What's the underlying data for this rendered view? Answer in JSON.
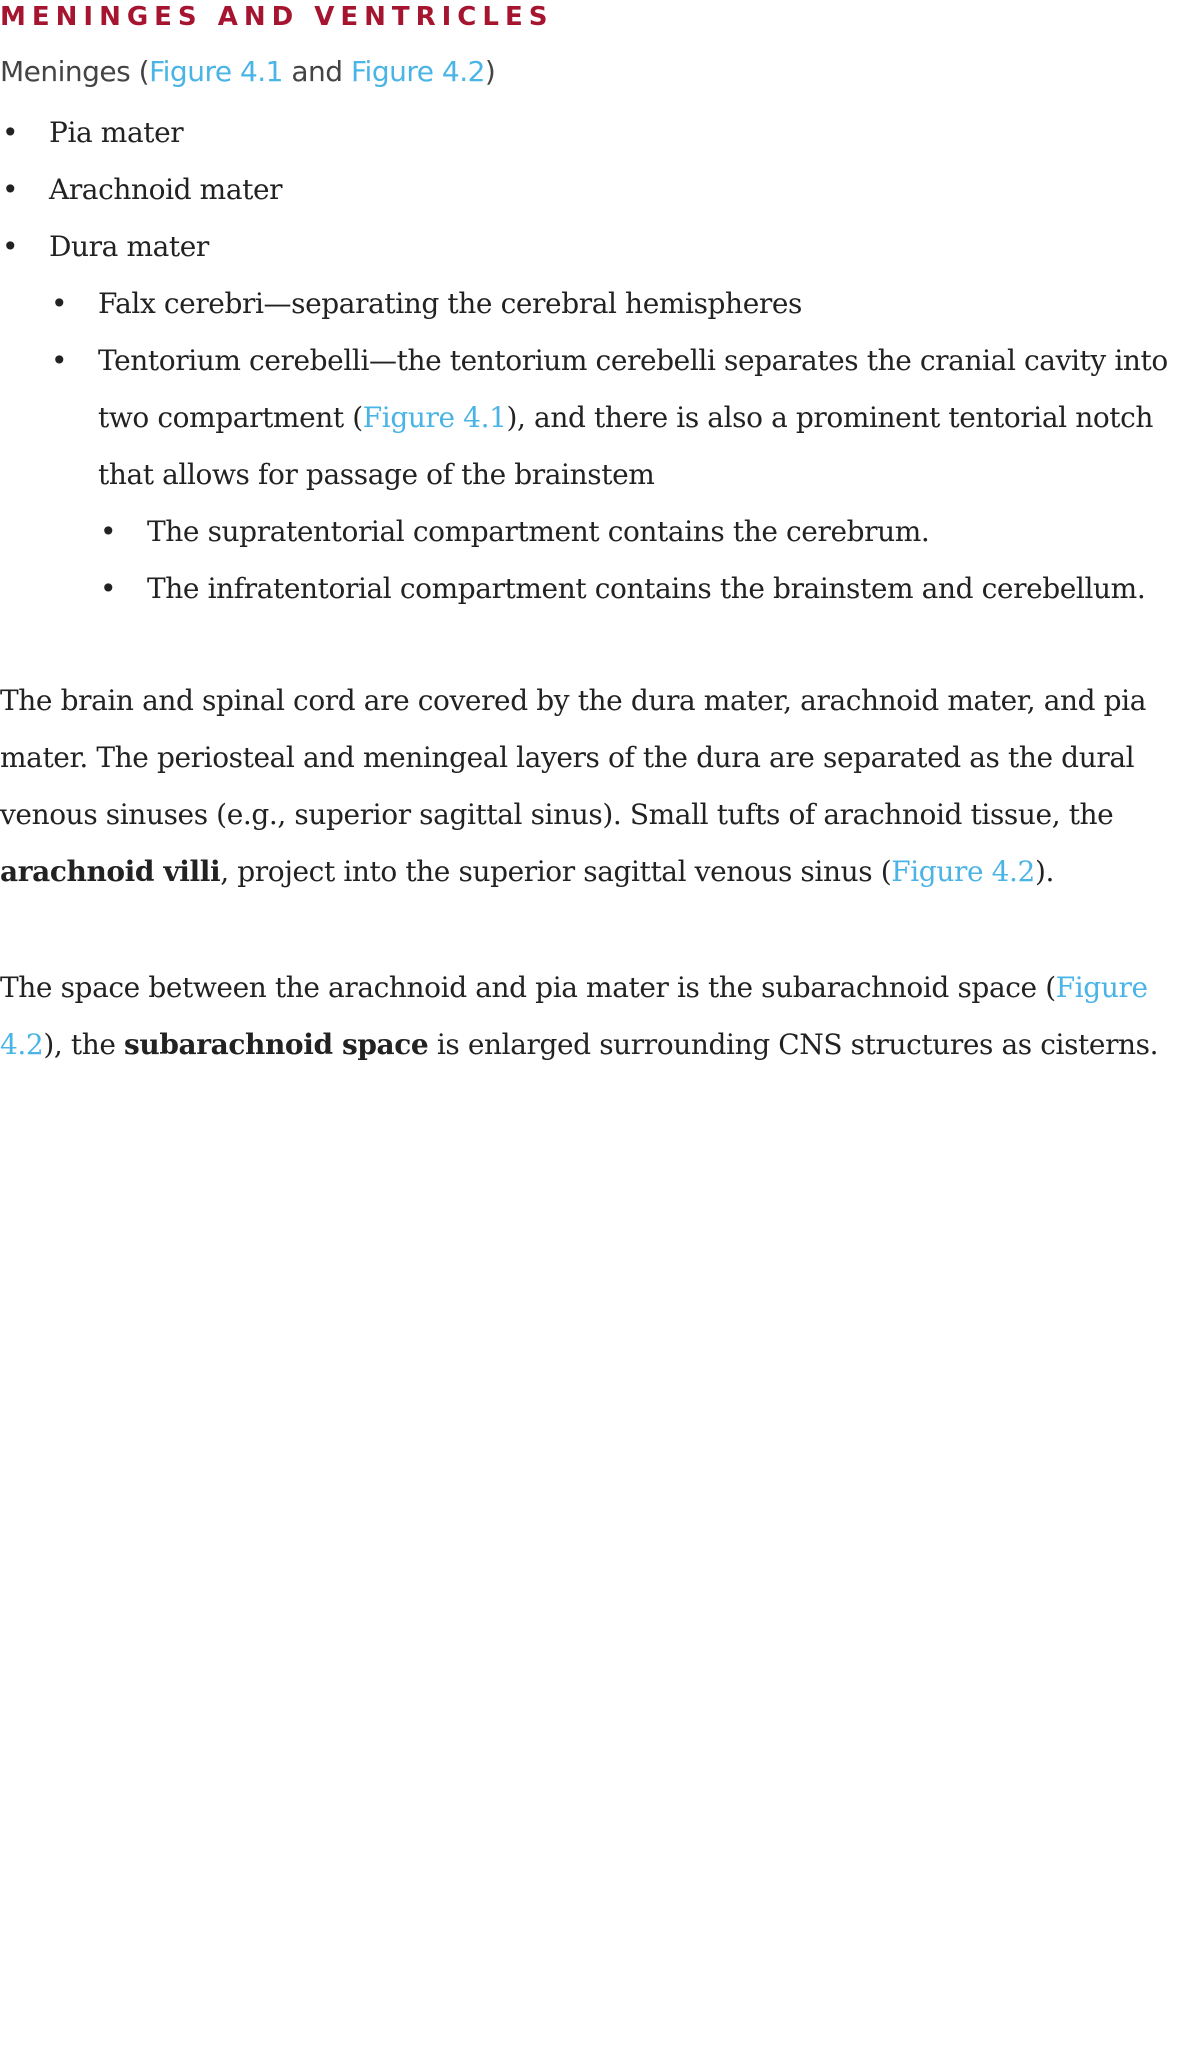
{
  "heading": "MENINGES AND VENTRICLES",
  "subheading": {
    "prefix": "Meninges (",
    "link1": "Figure 4.1",
    "middle": " and ",
    "link2": "Figure 4.2",
    "suffix": ")"
  },
  "outline": {
    "item1": "Pia mater",
    "item2": "Arachnoid mater",
    "item3": "Dura mater",
    "sub1": "Falx cerebri—separating the cerebral hemispheres",
    "sub2": {
      "text_before": "Tentorium cerebelli—the tentorium cerebelli separates the cranial cavity into two compartment (",
      "link": "Figure 4.1",
      "text_after": "), and there is also a prominent tentorial notch that allows for passage of the brainstem"
    },
    "subsub1": "The supratentorial compartment contains the cerebrum.",
    "subsub2": "The infratentorial compartment contains the brainstem and cerebellum."
  },
  "paragraph1": {
    "text_before": "The brain and spinal cord are covered by the dura mater, arachnoid mater, and pia mater. The periosteal and meningeal layers of the dura are separated as the dural venous sinuses (e.g., superior sagittal sinus). Small tufts of arachnoid tissue, the ",
    "bold": "arachnoid villi",
    "text_middle": ", project into the superior sagittal venous sinus (",
    "link": "Figure 4.2",
    "text_after": ")."
  },
  "paragraph2": {
    "text_before": "The space between the arachnoid and pia mater is the subarachnoid space (",
    "link": "Figure 4.2",
    "text_middle": "), the ",
    "bold": "subarachnoid space",
    "text_after": " is enlarged surrounding CNS structures as cisterns."
  },
  "bullet_glyph": "•",
  "colors": {
    "heading": "#a51530",
    "link": "#4ab4e6",
    "body": "#222222",
    "subheading": "#444444"
  }
}
